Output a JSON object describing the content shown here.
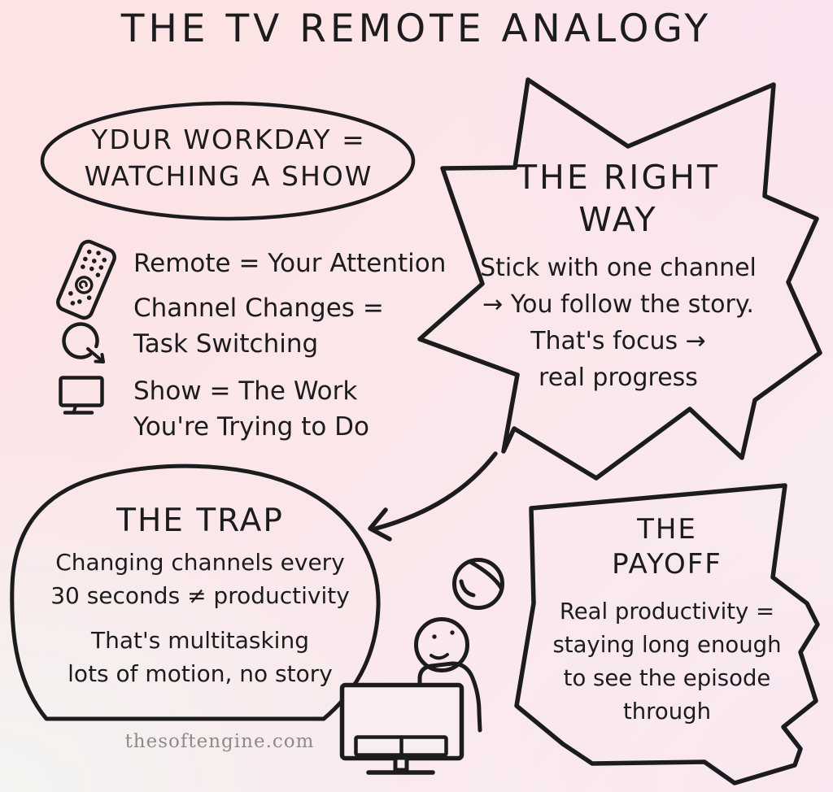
{
  "title": "THE TV REMOTE ANALOGY",
  "workday_bubble": {
    "line1": "YDUR WORKDAY =",
    "line2": "WATCHING A SHOW"
  },
  "legend": {
    "items": [
      {
        "icon": "remote-icon",
        "line1": "Remote = Your Attention"
      },
      {
        "icon": "refresh-icon",
        "line1": "Channel Changes =",
        "line2": "Task Switching"
      },
      {
        "icon": "tv-icon",
        "line1": "Show = The Work",
        "line2": "You're Trying to Do"
      }
    ]
  },
  "right_way": {
    "title_line1": "THE RIGHT",
    "title_line2": "WAY",
    "body": [
      "Stick with one channel",
      "→ You follow the story.",
      "That's focus →",
      "real progress"
    ]
  },
  "trap": {
    "title": "THE TRAP",
    "body_group1": [
      "Changing channels every",
      "30 seconds ≠ productivity"
    ],
    "body_group2": [
      "That's multitasking",
      "lots of motion, no story"
    ]
  },
  "payoff": {
    "title_line1": "THE",
    "title_line2": "PAYOFF",
    "body": [
      "Real productivity =",
      "staying long enough",
      "to see the episode",
      "through"
    ]
  },
  "footer": {
    "website": "thesoftengine.com"
  },
  "illustrations": [
    "curved-arrow",
    "ball-icon",
    "person-figure",
    "tv-illustration"
  ],
  "colors": {
    "ink": "#1c1c1e",
    "tv_fill": "#f9edf1",
    "footer_text": "#8d8b88",
    "bg_top_left": "#fde3e2",
    "bg_top_right": "#fae4ef",
    "bg_bottom_left": "#f4f5f2",
    "bg_bottom_right": "#fae6f0"
  }
}
